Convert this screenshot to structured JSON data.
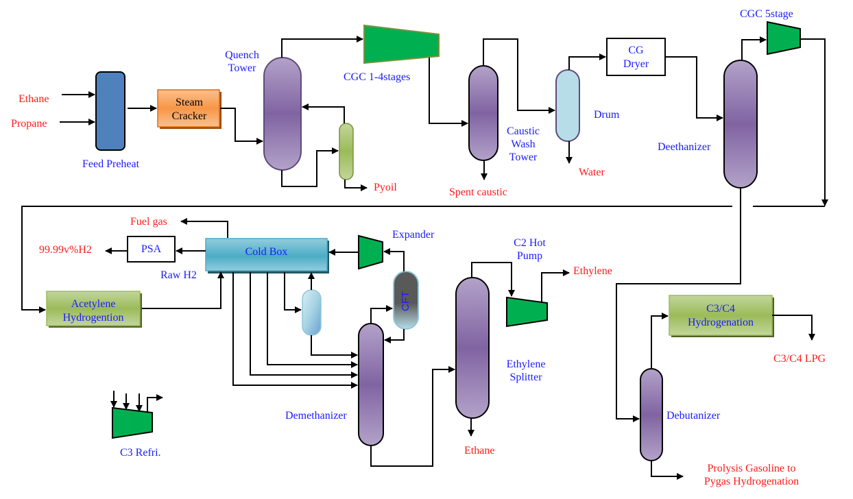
{
  "diagram": {
    "title": "Ethylene plant process flow diagram",
    "colors": {
      "label_blue": "#1a1aff",
      "stream_red": "#ff1a1a",
      "column_purple": "#8468a8",
      "compressor_green": "#00b050",
      "reactor_green": "#9bbb59",
      "cold_box_blue": "#4bacc6",
      "feed_preheat_blue": "#4f81bd",
      "cracker_orange": "#f79646",
      "drum_light_blue": "#b7dde8",
      "cft_gray": "#595959"
    },
    "feeds": {
      "ethane": "Ethane",
      "propane": "Propane"
    },
    "units": {
      "feed_preheat": "Feed Preheat",
      "steam_cracker_line1": "Steam",
      "steam_cracker_line2": "Cracker",
      "quench_tower_line1": "Quench",
      "quench_tower_line2": "Tower",
      "cgc_1_4": "CGC 1-4stages",
      "caustic_wash_line1": "Caustic",
      "caustic_wash_line2": "Wash",
      "caustic_wash_line3": "Tower",
      "drum": "Drum",
      "cg_dryer_line1": "CG",
      "cg_dryer_line2": "Dryer",
      "cgc_5": "CGC 5stage",
      "deethanizer": "Deethanizer",
      "cold_box": "Cold Box",
      "psa": "PSA",
      "raw_h2": "Raw H2",
      "expander": "Expander",
      "cft": "CFT",
      "acetylene_hydro_line1": "Acetylene",
      "acetylene_hydro_line2": "Hydrogention",
      "demethanizer": "Demethanizer",
      "c2_hot_pump_line1": "C2 Hot",
      "c2_hot_pump_line2": "Pump",
      "ethylene_splitter_line1": "Ethylene",
      "ethylene_splitter_line2": "Splitter",
      "c3c4_hydro_line1": "C3/C4",
      "c3c4_hydro_line2": "Hydrogenation",
      "debutanizer": "Debutanizer",
      "c3_refri": "C3 Refri."
    },
    "products": {
      "pyoil": "Pyoil",
      "spent_caustic": "Spent caustic",
      "water": "Water",
      "fuel_gas": "Fuel gas",
      "h2_product": "99.99v%H2",
      "ethylene": "Ethylene",
      "ethane": "Ethane",
      "lpg": "C3/C4 LPG",
      "pygas_line1": "Prolysis Gasoline to",
      "pygas_line2": "Pygas Hydrogenation"
    }
  }
}
